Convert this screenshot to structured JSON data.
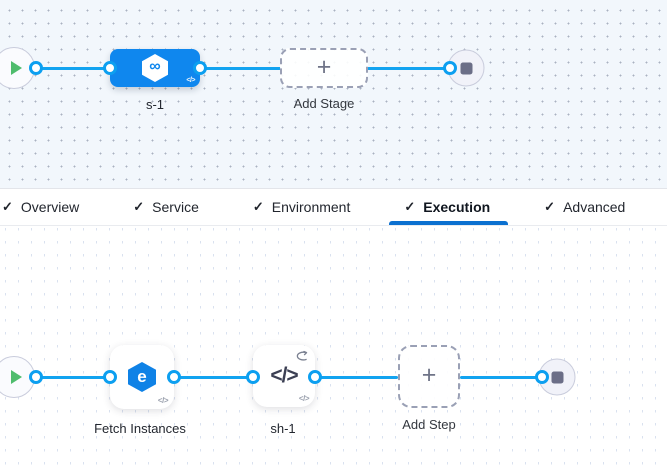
{
  "colors": {
    "connector_blue": "#12a3f0",
    "stage_node_blue": "#0f87ee",
    "active_tab_underline": "#0b70d0",
    "play_green": "#4fbc6d",
    "stop_gray": "#6b6e87",
    "canvas_top_bg": "#f2f7fc",
    "canvas_bottom_bg": "#ffffff"
  },
  "stage_pipeline": {
    "stage_name": "s-1",
    "add_stage_label": "Add Stage",
    "plus_glyph": "+",
    "infinity_glyph": "∞",
    "code_glyph": "</>"
  },
  "tabs": {
    "check_glyph": "✓",
    "active_tab": "Execution",
    "items": [
      {
        "label": "Overview"
      },
      {
        "label": "Service"
      },
      {
        "label": "Environment"
      },
      {
        "label": "Execution"
      },
      {
        "label": "Advanced"
      }
    ]
  },
  "execution_pipeline": {
    "steps": [
      {
        "name": "Fetch Instances",
        "icon_glyph": "e"
      },
      {
        "name": "sh-1",
        "icon_glyph": "</>"
      }
    ],
    "add_step_label": "Add Step",
    "plus_glyph": "+",
    "code_glyph": "</>"
  }
}
